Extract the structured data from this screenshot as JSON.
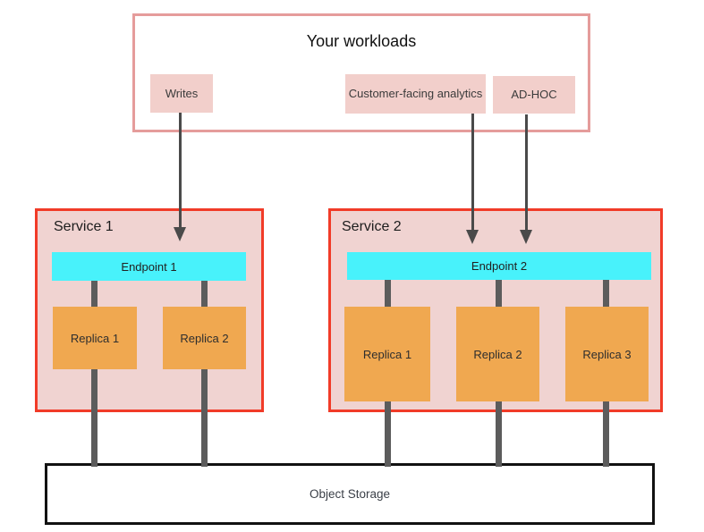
{
  "workloads": {
    "title": "Your workloads",
    "writes_label": "Writes",
    "analytics_label": "Customer-facing analytics",
    "adhoc_label": "AD-HOC"
  },
  "services": [
    {
      "title": "Service 1",
      "endpoint_label": "Endpoint 1",
      "replicas": [
        {
          "label": "Replica 1"
        },
        {
          "label": "Replica 2"
        }
      ]
    },
    {
      "title": "Service 2",
      "endpoint_label": "Endpoint 2",
      "replicas": [
        {
          "label": "Replica 1"
        },
        {
          "label": "Replica 2"
        },
        {
          "label": "Replica 3"
        }
      ]
    }
  ],
  "storage": {
    "label": "Object Storage"
  },
  "colors": {
    "workloads_border": "#e59c9b",
    "label_box_fill": "#f2cfcb",
    "service_fill": "#f0d3d1",
    "service_border": "#f13b28",
    "endpoint_fill": "#48f2fb",
    "replica_fill": "#f0a850",
    "connector_gray": "#5c5c5c",
    "arrow_gray": "#4a4a4a",
    "storage_border": "#121212"
  }
}
